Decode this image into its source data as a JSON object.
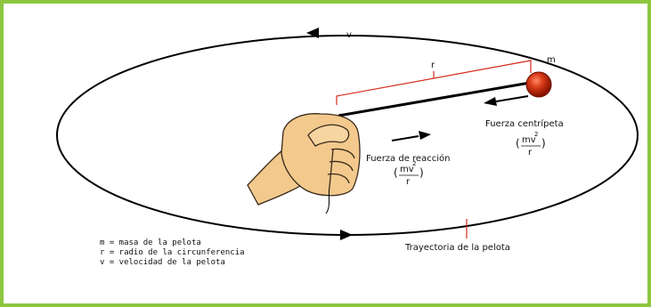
{
  "diagram": {
    "labels": {
      "velocity": "v",
      "mass": "m",
      "radius": "r",
      "centripetal_force": "Fuerza centrípeta",
      "reaction_force": "Fuerza de reacción",
      "trajectory": "Trayectoria de la pelota"
    },
    "formula": {
      "open_paren": "(",
      "close_paren": ")",
      "numerator": "mv",
      "exponent": "2",
      "denominator": "r"
    },
    "legend": [
      "m = masa de la pelota",
      "r = radio de la circunferencia",
      "v = velocidad de la pelota"
    ],
    "colors": {
      "frame_border": "#8cc63f",
      "ball": "#cc2200",
      "radius_bracket": "#d42a1a",
      "skin": "#f3c98e",
      "line": "#000000"
    }
  }
}
